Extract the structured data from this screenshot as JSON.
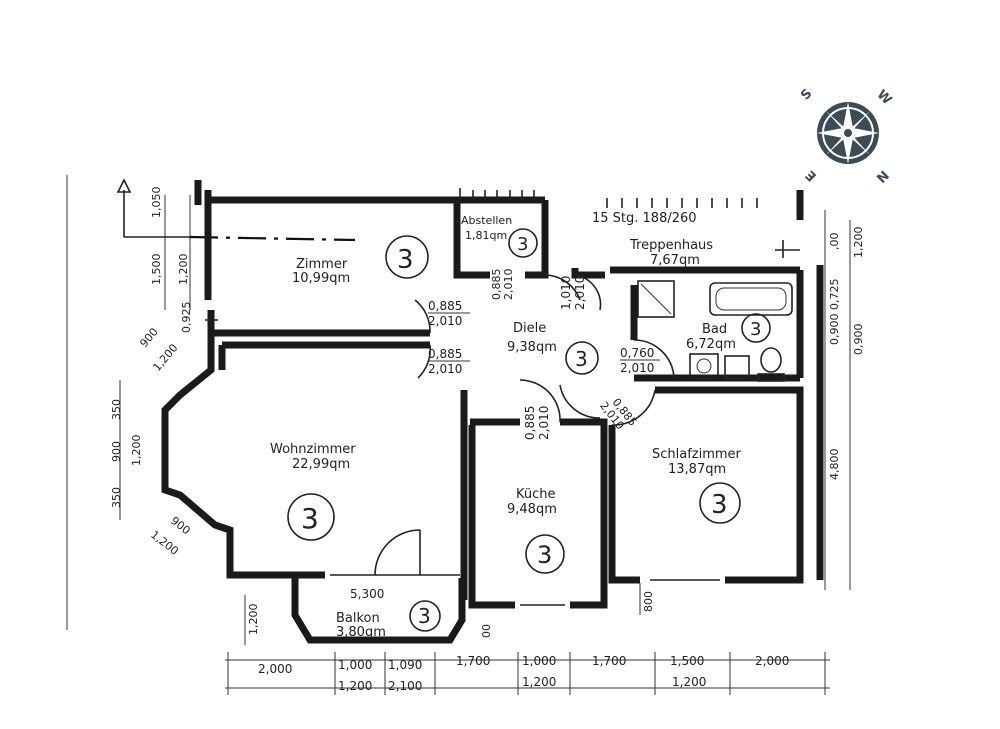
{
  "compass": {
    "letters": {
      "n": "N",
      "s": "S",
      "e": "E",
      "w": "W"
    },
    "color": "#3c4b55"
  },
  "stairs": {
    "label": "15 Stg. 188/260"
  },
  "rooms": {
    "zimmer": {
      "name": "Zimmer",
      "area": "10,99qm",
      "zone": "3"
    },
    "abstellen": {
      "name": "Abstellen",
      "area": "1,81qm",
      "zone": "3"
    },
    "treppenhaus": {
      "name": "Treppenhaus",
      "area": "7,67qm"
    },
    "diele": {
      "name": "Diele",
      "area": "9,38qm",
      "zone": "3"
    },
    "bad": {
      "name": "Bad",
      "area": "6,72qm",
      "zone": "3"
    },
    "wohnzimmer": {
      "name": "Wohnzimmer",
      "area": "22,99qm",
      "zone": "3"
    },
    "kueche": {
      "name": "Küche",
      "area": "9,48qm",
      "zone": "3"
    },
    "schlafzimmer": {
      "name": "Schlafzimmer",
      "area": "13,87qm",
      "zone": "3"
    },
    "balkon": {
      "name": "Balkon",
      "area": "3,80qm",
      "zone": "3"
    }
  },
  "doors": {
    "zimmer": {
      "w": "0,885",
      "h": "2,010"
    },
    "wohn": {
      "w": "0,885",
      "h": "2,010"
    },
    "abstellen": {
      "w": "0,885",
      "h": "2,010"
    },
    "entry": {
      "w": "1,010",
      "h": "2,010"
    },
    "bad": {
      "w": "0,760",
      "h": "2,010"
    },
    "kueche": {
      "w": "0,885",
      "h": "2,010"
    },
    "schlaf": {
      "w": "0,885",
      "h": "2,010"
    }
  },
  "dims": {
    "left": [
      "1,050",
      "1,500",
      "1,200",
      "0,925",
      "900",
      "1,200",
      "350",
      "900",
      "1,200",
      "350",
      "900",
      "1,200"
    ],
    "right": [
      ",00",
      "1,200",
      "0,725",
      "0,900",
      "0,900",
      "4,800"
    ],
    "wohn_width": "5,300",
    "balkon_left": "1,200",
    "kueche_win": "800",
    "balkon_small": "00",
    "bottom_top": [
      "2,000",
      "1,000",
      "1,090",
      "1,700",
      "1,000",
      "1,700",
      "1,500",
      "2,000"
    ],
    "bottom_low": [
      "1,200",
      "2,100",
      "1,200",
      "1,200"
    ]
  }
}
